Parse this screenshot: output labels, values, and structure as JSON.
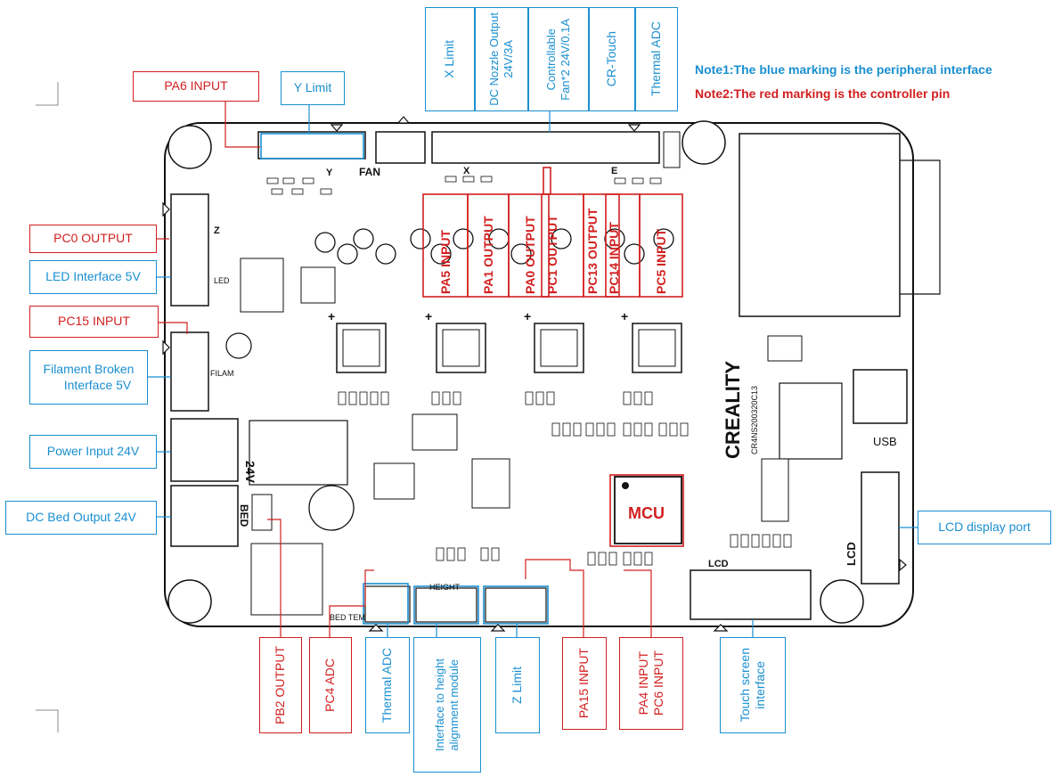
{
  "notes": {
    "note1": "Note1:The blue marking is the peripheral interface",
    "note2": "Note2:The red marking is the controller pin"
  },
  "colors": {
    "peripheral": "#1a8fd0",
    "controller_pin": "#d21f1f"
  },
  "top_labels": {
    "pa6_input": "PA6 INPUT",
    "y_limit": "Y Limit",
    "x_limit": "X Limit",
    "dc_nozzle_1": "DC Nozzle Output",
    "dc_nozzle_2": "24V/3A",
    "fan_1": "Controllable",
    "fan_2": "Fan*2 24V/0.1A",
    "cr_touch": "CR-Touch",
    "thermal_adc_top": "Thermal ADC"
  },
  "left_labels": {
    "pc0_output": "PC0 OUTPUT",
    "led_interface": "LED Interface 5V",
    "pc15_input": "PC15 INPUT",
    "filament_1": "Filament Broken",
    "filament_2": "Interface 5V",
    "power_input": "Power Input 24V",
    "dc_bed_output": "DC Bed Output 24V"
  },
  "right_labels": {
    "lcd_port": "LCD display port"
  },
  "bottom_labels": {
    "pb2_output": "PB2 OUTPUT",
    "pc4_adc": "PC4 ADC",
    "thermal_adc_bottom": "Thermal ADC",
    "height_1": "Interface to height",
    "height_2": "alignment module",
    "z_limit": "Z Limit",
    "pa15_input": "PA15 INPUT",
    "pa4_input": "PA4 INPUT",
    "pc6_input": "PC6 INPUT",
    "touch_1": "Touch screen",
    "touch_2": "interface"
  },
  "board_pins": {
    "pa5": "PA5 INPUT",
    "pa1": "PA1 OUTPUT",
    "pa0": "PA0 OUTPUT",
    "pc1": "PC1 OUTPUT",
    "pc13": "PC13 OUTPUT",
    "pc14": "PC14 INPUT",
    "pc5": "PC5 INPUT",
    "mcu": "MCU"
  },
  "silkscreen": {
    "brand": "CREALITY",
    "model": "CR4NS200320C13",
    "fan": "FAN",
    "usb": "USB",
    "lcd": "LCD",
    "bed": "BED",
    "v24": "24V",
    "led": "LED",
    "z": "Z",
    "y": "Y",
    "x": "X",
    "e": "E",
    "height": "HEIGHT",
    "bed_tem": "BED TEM",
    "filam": "FILAM",
    "plus": "+",
    "minus": "−"
  }
}
